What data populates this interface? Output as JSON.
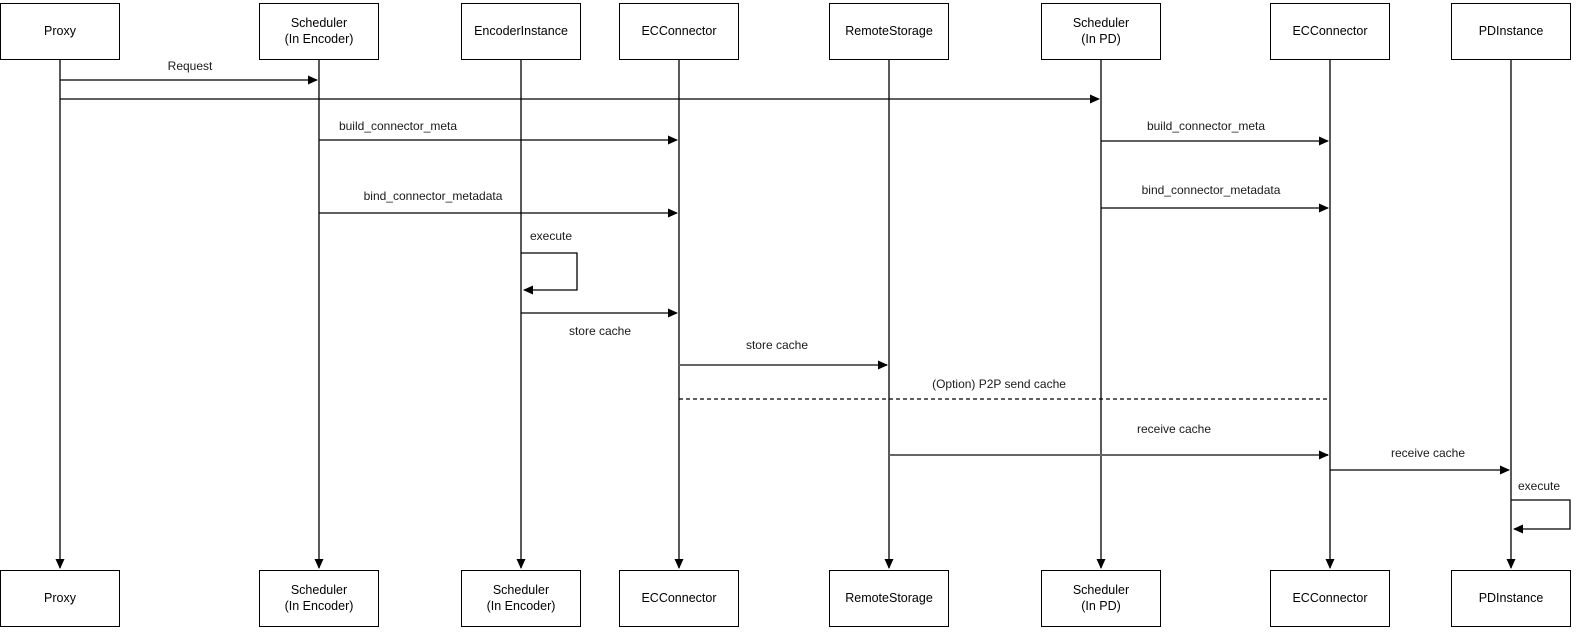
{
  "diagram": {
    "type": "sequence-diagram",
    "colors": {
      "background": "#ffffff",
      "line": "#000000",
      "gray_line": "#666666",
      "box_border": "#000000",
      "box_fill": "#ffffff",
      "text": "#1a1a1a"
    },
    "participants": [
      {
        "id": "proxy",
        "top": "Proxy",
        "bottom": "Proxy"
      },
      {
        "id": "scheduler-encoder",
        "top": "Scheduler\n(In Encoder)",
        "bottom": "Scheduler\n(In Encoder)"
      },
      {
        "id": "encoder-instance",
        "top": "EncoderInstance",
        "bottom": "Scheduler\n(In Encoder)"
      },
      {
        "id": "ec-connector-1",
        "top": "ECConnector",
        "bottom": "ECConnector"
      },
      {
        "id": "remote-storage",
        "top": "RemoteStorage",
        "bottom": "RemoteStorage"
      },
      {
        "id": "scheduler-pd",
        "top": "Scheduler\n(In PD)",
        "bottom": "Scheduler\n(In PD)"
      },
      {
        "id": "ec-connector-2",
        "top": "ECConnector",
        "bottom": "ECConnector"
      },
      {
        "id": "pd-instance",
        "top": "PDInstance",
        "bottom": "PDInstance"
      }
    ],
    "messages": [
      {
        "label": "Request",
        "from": "Proxy",
        "to": "Scheduler (In Encoder)",
        "style": "solid"
      },
      {
        "label": "",
        "from": "Proxy",
        "to": "Scheduler (In PD)",
        "style": "solid"
      },
      {
        "label": "build_connector_meta",
        "from": "Scheduler (In Encoder)",
        "to": "ECConnector",
        "style": "solid"
      },
      {
        "label": "build_connector_meta",
        "from": "Scheduler (In PD)",
        "to": "ECConnector",
        "style": "solid"
      },
      {
        "label": "bind_connector_metadata",
        "from": "Scheduler (In Encoder)",
        "to": "ECConnector",
        "style": "solid"
      },
      {
        "label": "bind_connector_metadata",
        "from": "Scheduler (In PD)",
        "to": "ECConnector",
        "style": "solid"
      },
      {
        "label": "execute",
        "from": "EncoderInstance",
        "to": "EncoderInstance",
        "style": "self"
      },
      {
        "label": "store cache",
        "from": "EncoderInstance",
        "to": "ECConnector",
        "style": "solid"
      },
      {
        "label": "store cache",
        "from": "ECConnector",
        "to": "RemoteStorage",
        "style": "solid-gray"
      },
      {
        "label": "(Option) P2P send cache",
        "from": "ECConnector",
        "to": "ECConnector",
        "style": "dashed"
      },
      {
        "label": "receive cache",
        "from": "RemoteStorage",
        "to": "ECConnector",
        "style": "solid-gray"
      },
      {
        "label": "receive cache",
        "from": "ECConnector",
        "to": "PDInstance",
        "style": "solid"
      },
      {
        "label": "execute",
        "from": "PDInstance",
        "to": "PDInstance",
        "style": "self"
      }
    ]
  }
}
